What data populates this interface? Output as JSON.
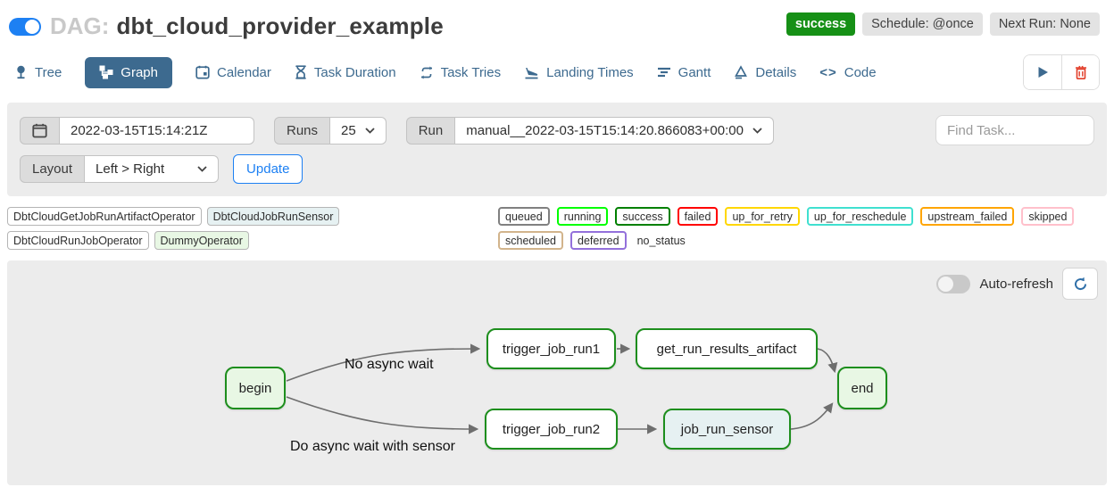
{
  "colors": {
    "accent_blue": "#1d80f3",
    "tab_blue": "#3d6a8f",
    "success_green": "#169016",
    "node_border_green": "#1d8e1d",
    "edge_gray": "#6e6e6e",
    "panel_gray": "#ececec"
  },
  "header": {
    "dag_prefix": "DAG:",
    "dag_name": "dbt_cloud_provider_example",
    "status_badge": "success",
    "schedule_badge": "Schedule: @once",
    "next_run_badge": "Next Run: None"
  },
  "tabs": [
    {
      "label": "Tree"
    },
    {
      "label": "Graph",
      "active": true
    },
    {
      "label": "Calendar"
    },
    {
      "label": "Task Duration"
    },
    {
      "label": "Task Tries"
    },
    {
      "label": "Landing Times"
    },
    {
      "label": "Gantt"
    },
    {
      "label": "Details"
    },
    {
      "label": "Code"
    }
  ],
  "filters": {
    "execution_date": "2022-03-15T15:14:21Z",
    "runs_label": "Runs",
    "runs_value": "25",
    "run_label": "Run",
    "run_value": "manual__2022-03-15T15:14:20.866083+00:00",
    "find_task_placeholder": "Find Task...",
    "layout_label": "Layout",
    "layout_value": "Left > Right",
    "update_label": "Update"
  },
  "legend": {
    "operators": [
      {
        "label": "DbtCloudGetJobRunArtifactOperator",
        "fill": "#ffffff"
      },
      {
        "label": "DbtCloudJobRunSensor",
        "fill": "#e6f1f2"
      },
      {
        "label": "DbtCloudRunJobOperator",
        "fill": "#ffffff"
      },
      {
        "label": "DummyOperator",
        "fill": "#e8f7e4"
      }
    ],
    "statuses": [
      {
        "label": "queued",
        "color": "#808080"
      },
      {
        "label": "running",
        "color": "#00ff00"
      },
      {
        "label": "success",
        "color": "#008000"
      },
      {
        "label": "failed",
        "color": "#ff0000"
      },
      {
        "label": "up_for_retry",
        "color": "#ffd700"
      },
      {
        "label": "up_for_reschedule",
        "color": "#40e0d0"
      },
      {
        "label": "upstream_failed",
        "color": "#ffa500"
      },
      {
        "label": "skipped",
        "color": "#ffc0cb"
      },
      {
        "label": "scheduled",
        "color": "#d2b48c"
      },
      {
        "label": "deferred",
        "color": "#9370db"
      }
    ],
    "no_status_label": "no_status"
  },
  "graph": {
    "auto_refresh_label": "Auto-refresh",
    "nodes": [
      {
        "id": "begin",
        "label": "begin",
        "fill": "#e8f7e4",
        "border": "#1d8e1d"
      },
      {
        "id": "trigger_job_run1",
        "label": "trigger_job_run1",
        "fill": "#ffffff",
        "border": "#1d8e1d"
      },
      {
        "id": "get_run_results_artifact",
        "label": "get_run_results_artifact",
        "fill": "#ffffff",
        "border": "#1d8e1d"
      },
      {
        "id": "end",
        "label": "end",
        "fill": "#e8f7e4",
        "border": "#1d8e1d"
      },
      {
        "id": "trigger_job_run2",
        "label": "trigger_job_run2",
        "fill": "#ffffff",
        "border": "#1d8e1d"
      },
      {
        "id": "job_run_sensor",
        "label": "job_run_sensor",
        "fill": "#e6f1f2",
        "border": "#1d8e1d"
      }
    ],
    "edge_labels": [
      {
        "text": "No async wait"
      },
      {
        "text": "Do async wait with sensor"
      }
    ]
  }
}
